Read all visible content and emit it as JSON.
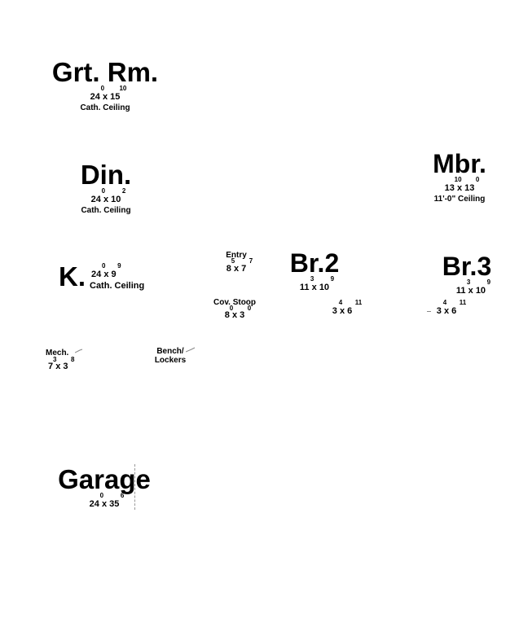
{
  "rooms": {
    "great_room": {
      "title": "Grt. Rm.",
      "w": "24",
      "w_in": "0",
      "x": "x",
      "d": "15",
      "d_in": "10",
      "note": "Cath. Ceiling"
    },
    "dining": {
      "title": "Din.",
      "w": "24",
      "w_in": "0",
      "x": "x",
      "d": "10",
      "d_in": "2",
      "note": "Cath. Ceiling"
    },
    "master_bedroom": {
      "title": "Mbr.",
      "w": "13",
      "w_in": "10",
      "x": "x",
      "d": "13",
      "d_in": "0",
      "note": "11'-0\" Ceiling"
    },
    "kitchen": {
      "title": "K.",
      "w": "24",
      "w_in": "0",
      "x": "x",
      "d": "9",
      "d_in": "9",
      "note": "Cath. Ceiling"
    },
    "entry": {
      "title": "Entry",
      "w": "8",
      "w_in": "5",
      "x": "x",
      "d": "7",
      "d_in": "7"
    },
    "bedroom_2": {
      "title": "Br.2",
      "w": "11",
      "w_in": "3",
      "x": "x",
      "d": "10",
      "d_in": "9"
    },
    "bedroom_3": {
      "title": "Br.3",
      "w": "11",
      "w_in": "3",
      "x": "x",
      "d": "10",
      "d_in": "9"
    },
    "covered_stoop": {
      "title": "Cov. Stoop",
      "w": "8",
      "w_in": "0",
      "x": "x",
      "d": "3",
      "d_in": "0"
    },
    "closet_br2": {
      "w": "3",
      "w_in": "4",
      "x": "x",
      "d": "6",
      "d_in": "11"
    },
    "closet_br3": {
      "w": "3",
      "w_in": "4",
      "x": "x",
      "d": "6",
      "d_in": "11"
    },
    "mechanical": {
      "title": "Mech.",
      "w": "7",
      "w_in": "3",
      "x": "x",
      "d": "3",
      "d_in": "8"
    },
    "bench_lockers": {
      "title_line1": "Bench/",
      "title_line2": "Lockers"
    },
    "garage": {
      "title": "Garage",
      "w": "24",
      "w_in": "0",
      "x": "x",
      "d": "35",
      "d_in": "6"
    }
  }
}
